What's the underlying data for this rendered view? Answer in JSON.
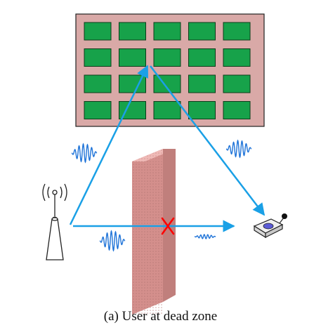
{
  "caption": "(a) User at dead zone",
  "colors": {
    "surface": "#d9a9a7",
    "surface_border": "#222222",
    "element": "#17a24a",
    "element_border": "#0b3d1a",
    "wall_front": "#e3a6a4",
    "wall_side": "#c98a88",
    "ray": "#1aa0e6",
    "signal": "#1e73d8",
    "block": "#ff0000"
  },
  "surface_grid": {
    "rows": 4,
    "cols": 5
  },
  "icons": [
    "base-station-icon",
    "user-device-icon",
    "blocked-path-icon",
    "signal-wave-icon"
  ]
}
